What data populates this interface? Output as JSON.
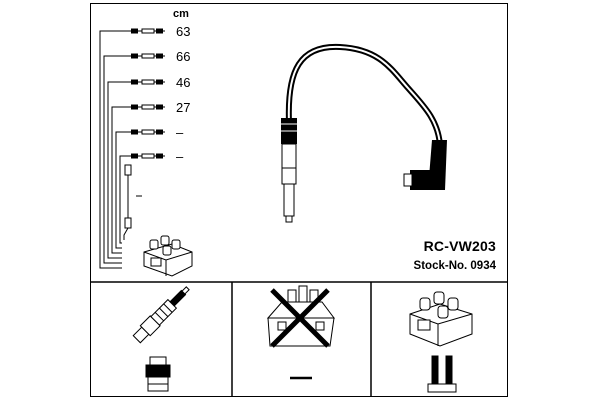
{
  "header": {
    "unit": "cm"
  },
  "lengths": [
    {
      "label": "63"
    },
    {
      "label": "66"
    },
    {
      "label": "46"
    },
    {
      "label": "27"
    },
    {
      "label": "–"
    },
    {
      "label": "–"
    }
  ],
  "product": {
    "name": "RC-VW203",
    "stock": "Stock-No. 0934"
  },
  "panels": {
    "plug_icon": "spark-plug-icon",
    "distributor_icon": "distributor-cap-crossed-icon",
    "coil_icon": "ignition-coil-icon",
    "plug_connector_icon": "plug-connector-icon",
    "distributor_connector": "—",
    "coil_connector_icon": "coil-connector-icon"
  }
}
